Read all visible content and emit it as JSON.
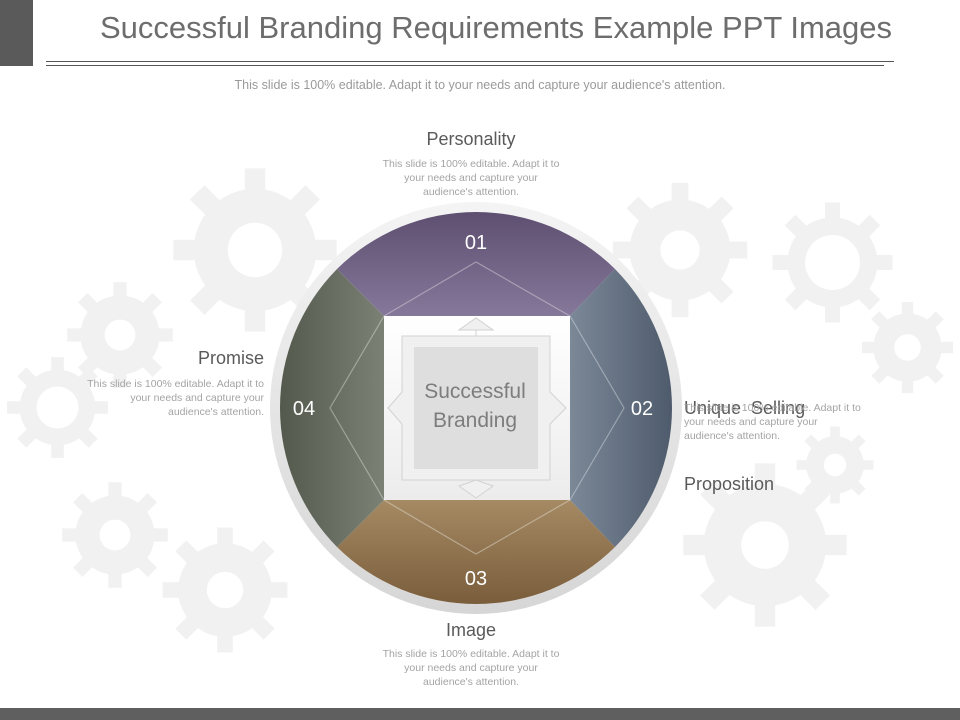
{
  "slide": {
    "title": "Successful Branding Requirements Example PPT Images",
    "subtitle": "This slide is 100% editable. Adapt it to your needs and capture your audience's attention."
  },
  "center": {
    "line1": "Successful",
    "line2": "Branding"
  },
  "segments": [
    {
      "number": "01",
      "label": "Personality",
      "desc_lines": [
        "This slide is 100% editable. Adapt it to",
        "your needs and capture your",
        "audience's attention."
      ],
      "color": "#6b5a7c"
    },
    {
      "number": "02",
      "label_lines": [
        "Unique  Selling",
        "Proposition"
      ],
      "desc_lines": [
        "This slide is 100% editable. Adapt it to",
        "your needs and capture your",
        "audience's attention."
      ],
      "color": "#5b6878"
    },
    {
      "number": "03",
      "label": "Image",
      "desc_lines": [
        "This slide is 100% editable. Adapt it to",
        "your needs and capture your",
        "audience's attention."
      ],
      "color": "#8a6d48"
    },
    {
      "number": "04",
      "label": "Promise",
      "desc_lines": [
        "This slide is 100% editable. Adapt it to",
        "your needs and capture your",
        "audience's attention."
      ],
      "color": "#5e6558"
    }
  ],
  "colors": {
    "title": "#6d6d6d",
    "corner_block": "#5a5a5a",
    "footer_bar": "#5f5f5f",
    "gear": "#f1f1f1"
  }
}
